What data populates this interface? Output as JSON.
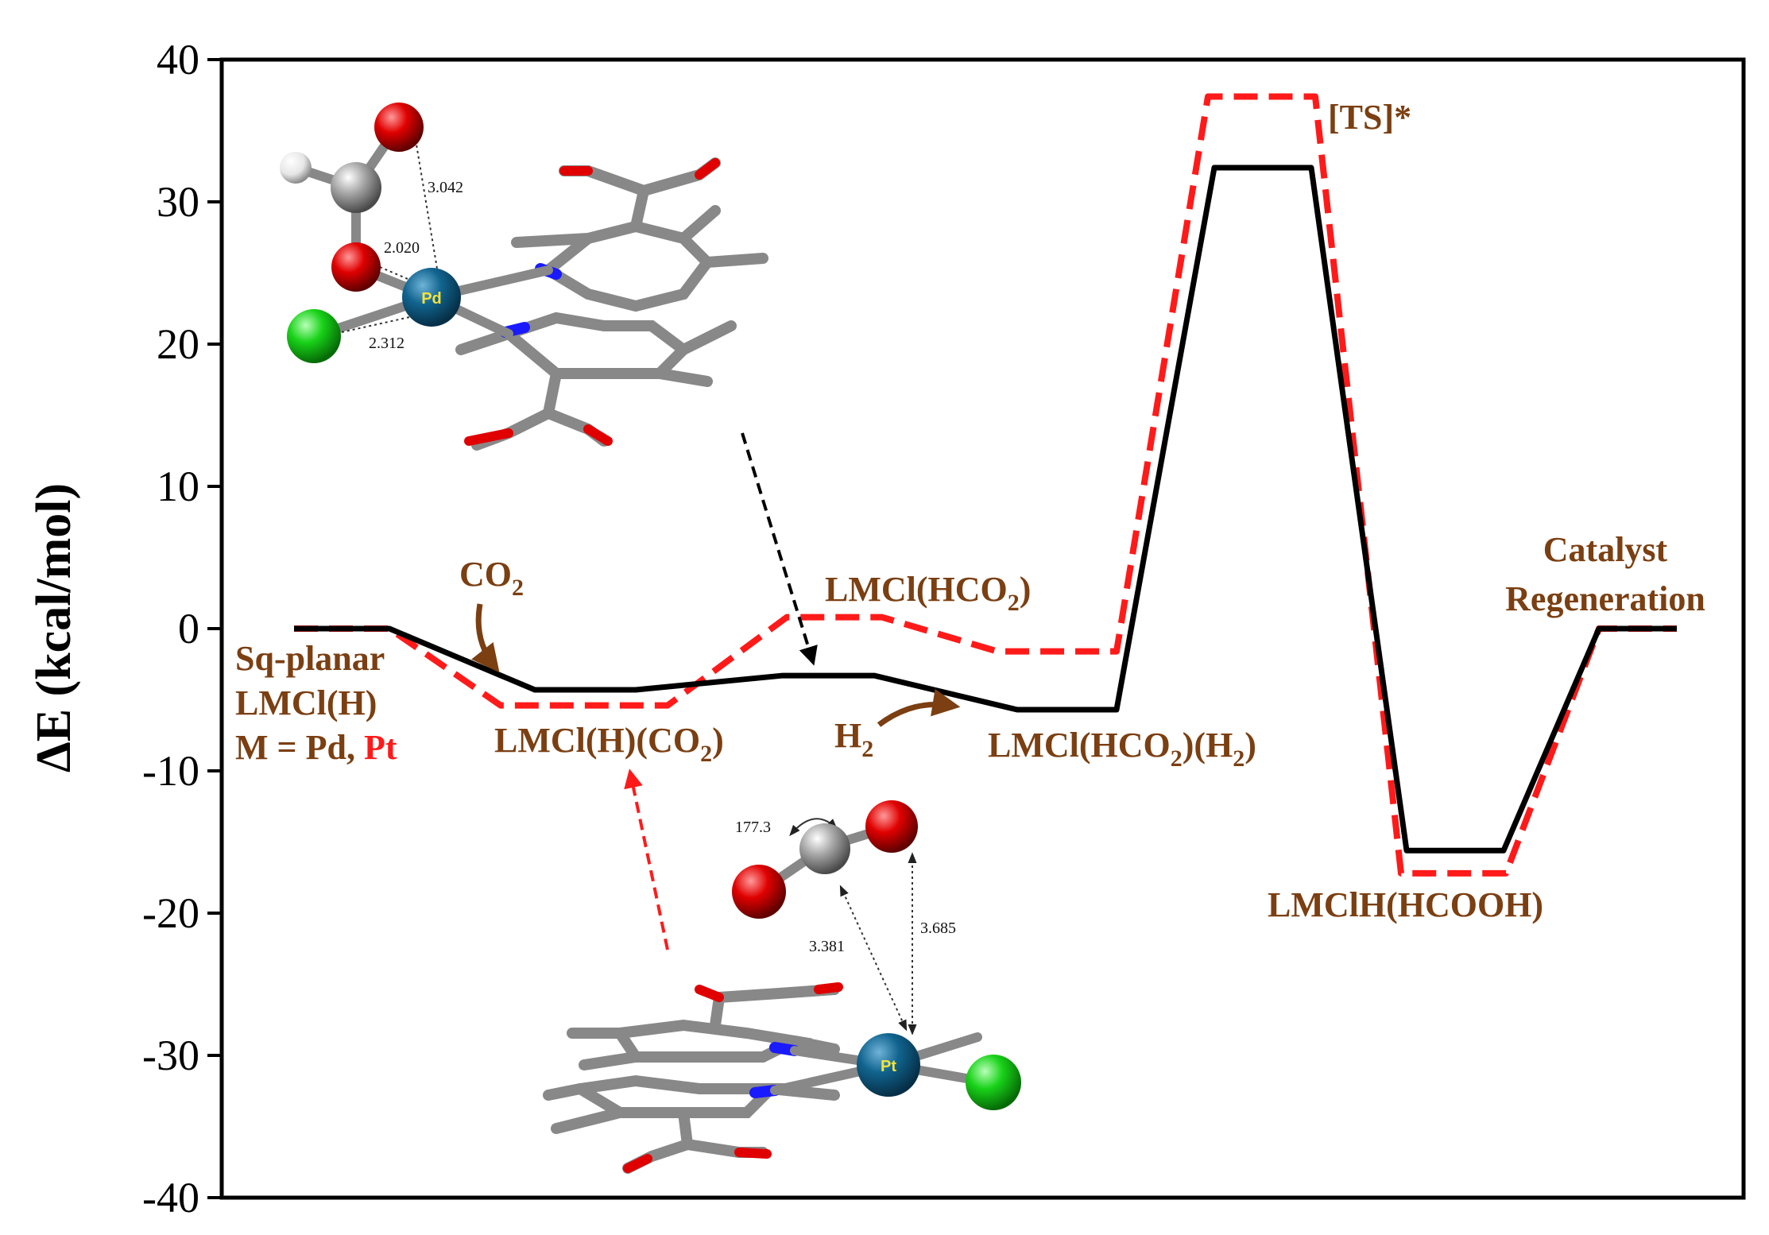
{
  "chart_data": {
    "type": "line",
    "ylabel": "ΔE (kcal/mol)",
    "ylim": [
      -40,
      40
    ],
    "yticks": [
      "40",
      "30",
      "20",
      "10",
      "0",
      "-10",
      "-20",
      "-30",
      "-40"
    ],
    "grid": false,
    "states": [
      "Sq-planar LMCl(H)",
      "LMCl(H)(CO2)",
      "LMCl(HCO2)",
      "LMCl(HCO2)(H2)",
      "[TS]*",
      "LMClH(HCOOH)",
      "Catalyst Regeneration"
    ],
    "series": [
      {
        "metal": "Pd",
        "color": "#000000",
        "style": "solid",
        "values": [
          0.0,
          -4.3,
          -3.3,
          -5.7,
          32.4,
          -15.6,
          0.0
        ]
      },
      {
        "metal": "Pt",
        "color": "#ff1a1a",
        "style": "dashed",
        "values": [
          0.0,
          -5.4,
          0.8,
          -1.6,
          37.4,
          -17.2,
          0.0
        ]
      }
    ]
  },
  "labels": {
    "start_1": "Sq-planar",
    "start_2": "LMCl(H)",
    "start_3_prefix": "M = Pd, ",
    "start_3_pt": "Pt",
    "co2": "CO",
    "co2_sub": "2",
    "h2": "H",
    "h2_sub": "2",
    "state1": "LMCl(H)(CO",
    "state1_sub": "2",
    "state1_end": ")",
    "state2": "LMCl(HCO",
    "state2_sub": "2",
    "state2_end": ")",
    "state3": "LMCl(HCO",
    "state3_sub": "2",
    "state3_mid": ")(H",
    "state3_sub2": "2",
    "state3_end": ")",
    "ts": "[TS]*",
    "state5": "LMClH(HCOOH)",
    "regen_1": "Catalyst",
    "regen_2": "Regeneration"
  },
  "structures": {
    "top": {
      "metal": "Pd",
      "distances": [
        "3.042",
        "2.020",
        "2.312"
      ]
    },
    "bottom": {
      "metal": "Pt",
      "angle": "177.3",
      "distances": [
        "3.381",
        "3.685"
      ]
    }
  },
  "colors": {
    "label": "#7b3f12",
    "pt_red": "#ff1a1a",
    "arrow_brown": "#7b3f12"
  }
}
